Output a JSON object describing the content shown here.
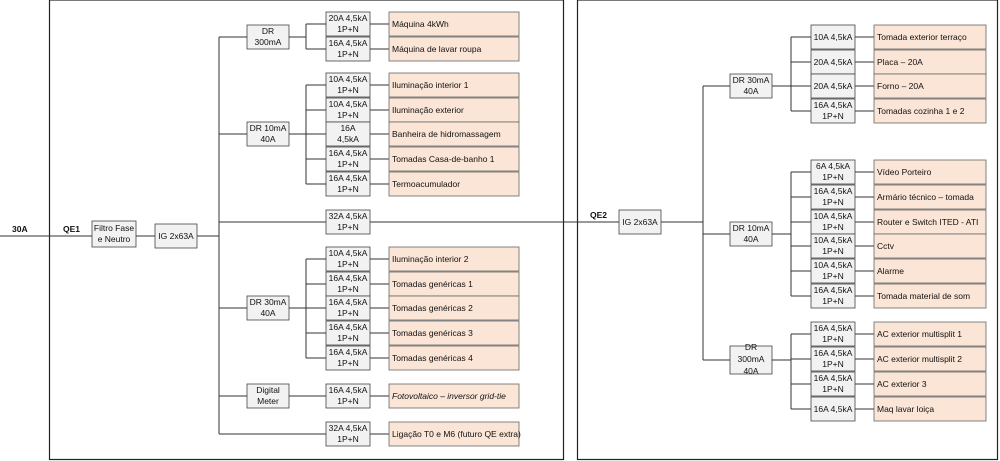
{
  "feed": "30A",
  "qe1": {
    "label": "QE1",
    "filter": [
      "Filtro Fase",
      "e Neutro"
    ],
    "main_switch": "IG 2x63A",
    "groups": [
      {
        "device": [
          "DR",
          "300mA"
        ],
        "circuits": [
          {
            "breaker": [
              "20A 4,5kA",
              "1P+N"
            ],
            "load": "Máquina 4kWh"
          },
          {
            "breaker": [
              "16A 4,5kA",
              "1P+N"
            ],
            "load": "Máquina de lavar roupa"
          }
        ]
      },
      {
        "device": [
          "DR 10mA",
          "40A"
        ],
        "circuits": [
          {
            "breaker": [
              "10A 4,5kA",
              "1P+N"
            ],
            "load": "Iluminação interior 1"
          },
          {
            "breaker": [
              "10A 4,5kA",
              "1P+N"
            ],
            "load": "Iluminação exterior"
          },
          {
            "breaker": [
              "16A",
              "4,5kA"
            ],
            "load": "Banheira de hidromassagem"
          },
          {
            "breaker": [
              "16A 4,5kA",
              "1P+N"
            ],
            "load": "Tomadas Casa-de-banho 1"
          },
          {
            "breaker": [
              "16A 4,5kA",
              "1P+N"
            ],
            "load": "Termoacumulador"
          }
        ]
      },
      {
        "device": null,
        "circuits": [
          {
            "breaker": [
              "32A 4,5kA",
              "1P+N"
            ],
            "load": null
          }
        ]
      },
      {
        "device": [
          "DR 30mA",
          "40A"
        ],
        "circuits": [
          {
            "breaker": [
              "10A 4,5kA",
              "1P+N"
            ],
            "load": "Iluminação interior 2"
          },
          {
            "breaker": [
              "16A 4,5kA",
              "1P+N"
            ],
            "load": "Tomadas genéricas 1"
          },
          {
            "breaker": [
              "16A 4,5kA",
              "1P+N"
            ],
            "load": "Tomadas genéricas 2"
          },
          {
            "breaker": [
              "16A 4,5kA",
              "1P+N"
            ],
            "load": "Tomadas genéricas 3"
          },
          {
            "breaker": [
              "16A 4,5kA",
              "1P+N"
            ],
            "load": "Tomadas genéricas 4"
          }
        ]
      },
      {
        "device": [
          "Digital",
          "Meter"
        ],
        "circuits": [
          {
            "breaker": [
              "16A 4,5kA",
              "1P+N"
            ],
            "load": "Fotovoltaico – inversor grid-tie"
          }
        ]
      },
      {
        "device": null,
        "circuits": [
          {
            "breaker": [
              "32A 4,5kA",
              "1P+N"
            ],
            "load": "Ligação T0 e M6 (futuro QE extra)"
          }
        ]
      }
    ]
  },
  "qe2": {
    "label": "QE2",
    "main_switch": "IG 2x63A",
    "groups": [
      {
        "device": [
          "DR 30mA",
          "40A"
        ],
        "circuits": [
          {
            "breaker": [
              "10A 4,5kA"
            ],
            "load": "Tomada exterior terraço"
          },
          {
            "breaker": [
              "20A 4,5kA"
            ],
            "load": "Placa – 20A"
          },
          {
            "breaker": [
              "20A 4,5kA"
            ],
            "load": "Forno – 20A"
          },
          {
            "breaker": [
              "16A 4,5kA",
              "1P+N"
            ],
            "load": "Tomadas cozinha 1 e 2"
          }
        ]
      },
      {
        "device": [
          "DR 10mA",
          "40A"
        ],
        "circuits": [
          {
            "breaker": [
              "6A 4,5kA",
              "1P+N"
            ],
            "load": "Vídeo Porteiro"
          },
          {
            "breaker": [
              "16A 4,5kA",
              "1P+N"
            ],
            "load": "Armário técnico – tomada"
          },
          {
            "breaker": [
              "10A 4,5kA",
              "1P+N"
            ],
            "load": "Router e Switch ITED - ATI"
          },
          {
            "breaker": [
              "10A 4,5kA",
              "1P+N"
            ],
            "load": "Cctv"
          },
          {
            "breaker": [
              "10A 4,5kA",
              "1P+N"
            ],
            "load": "Alarme"
          },
          {
            "breaker": [
              "16A 4,5kA",
              "1P+N"
            ],
            "load": "Tomada material de som"
          }
        ]
      },
      {
        "device": [
          "DR",
          "300mA",
          "40A"
        ],
        "circuits": [
          {
            "breaker": [
              "16A 4,5kA",
              "1P+N"
            ],
            "load": "AC exterior multisplit 1"
          },
          {
            "breaker": [
              "16A 4,5kA",
              "1P+N"
            ],
            "load": "AC exterior multisplit 2"
          },
          {
            "breaker": [
              "16A 4,5kA",
              "1P+N"
            ],
            "load": "AC exterior 3"
          },
          {
            "breaker": [
              "16A 4,5kA"
            ],
            "load": "Maq lavar loiça"
          }
        ]
      }
    ]
  }
}
